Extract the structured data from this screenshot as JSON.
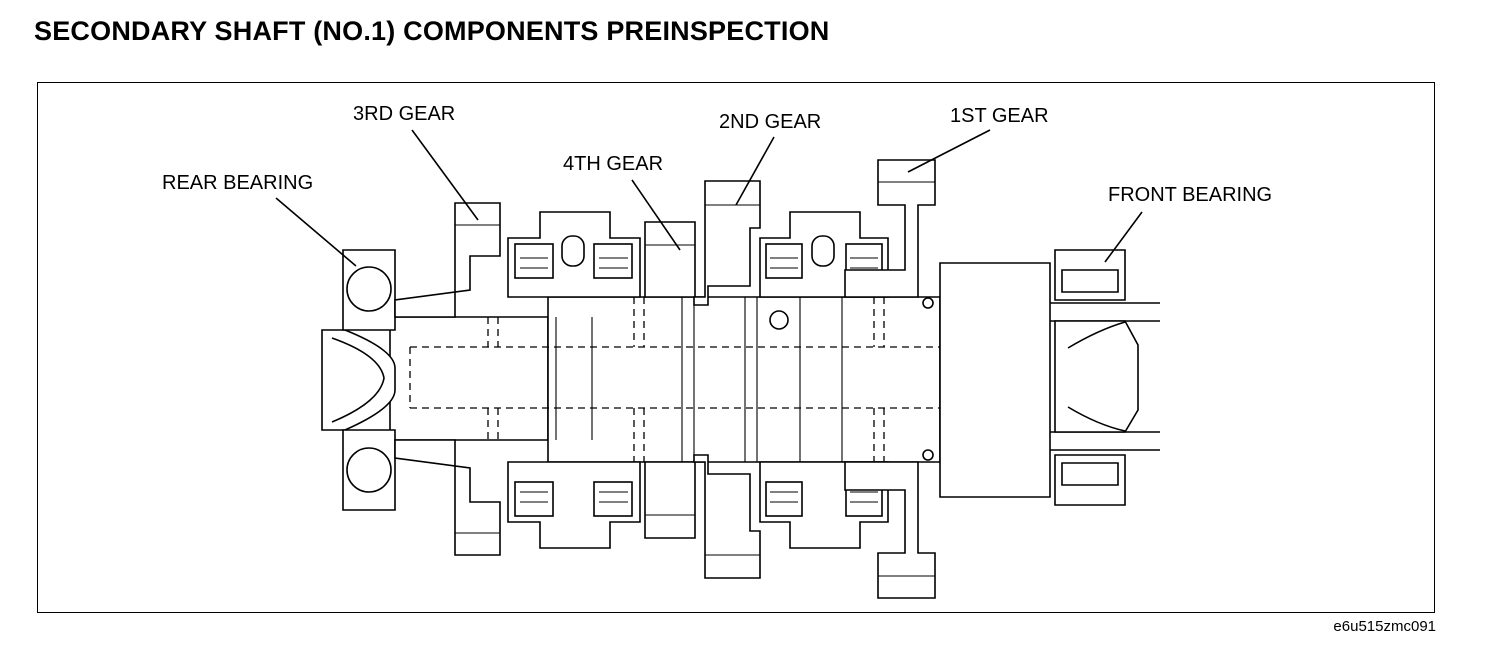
{
  "title": "SECONDARY SHAFT (NO.1) COMPONENTS PREINSPECTION",
  "labels": {
    "rear_bearing": "REAR BEARING",
    "third_gear": "3RD GEAR",
    "fourth_gear": "4TH GEAR",
    "second_gear": "2ND GEAR",
    "first_gear": "1ST GEAR",
    "front_bearing": "FRONT BEARING"
  },
  "figure_code": "e6u515zmc091"
}
